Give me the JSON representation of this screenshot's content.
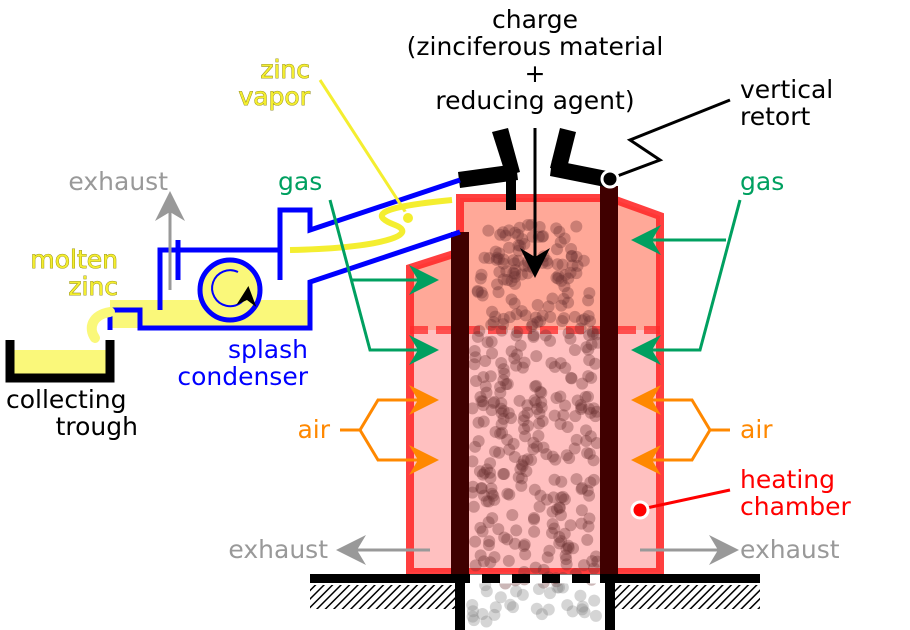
{
  "labels": {
    "charge": [
      "charge",
      "(zinciferous material",
      "+",
      "reducing agent)"
    ],
    "zinc_vapor": [
      "zinc",
      "vapor"
    ],
    "vertical_retort": [
      "vertical",
      "retort"
    ],
    "gas_left": "gas",
    "gas_right": "gas",
    "exhaust_top": "exhaust",
    "exhaust_left": "exhaust",
    "exhaust_right": "exhaust",
    "molten_zinc": [
      "molten",
      "zinc"
    ],
    "splash_condenser": [
      "splash",
      "condenser"
    ],
    "collecting_trough": [
      "collecting",
      "trough"
    ],
    "air_left": "air",
    "air_right": "air",
    "heating_chamber": [
      "heating",
      "chamber"
    ]
  },
  "colors": {
    "condenser": "#0000ff",
    "gas": "#00a060",
    "air": "#ff8800",
    "heating": "#ff2020",
    "zinc": "#f4ee30",
    "exhaust": "#999999",
    "retort_wall": "#400000"
  }
}
